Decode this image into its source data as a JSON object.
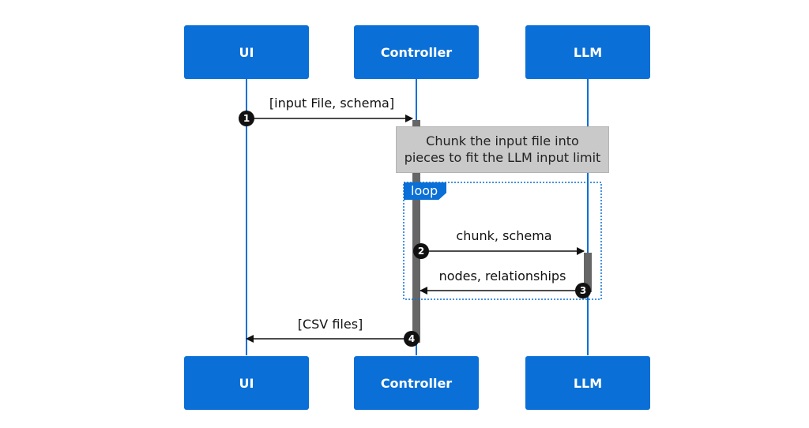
{
  "actors": [
    {
      "name": "UI"
    },
    {
      "name": "Controller"
    },
    {
      "name": "LLM"
    }
  ],
  "messages": [
    {
      "number": "1",
      "label": "[input File, schema]"
    },
    {
      "number": "2",
      "label": "chunk, schema"
    },
    {
      "number": "3",
      "label": "nodes, relationships"
    },
    {
      "number": "4",
      "label": "[CSV files]"
    }
  ],
  "note": {
    "line1": "Chunk the input file into",
    "line2": "pieces to fit the LLM input limit"
  },
  "loop": {
    "label": "loop"
  },
  "colors": {
    "actor": "#0a6fd6",
    "lifeline": "#0a6fd6",
    "activation": "#666666",
    "note": "#c9c9c9"
  }
}
